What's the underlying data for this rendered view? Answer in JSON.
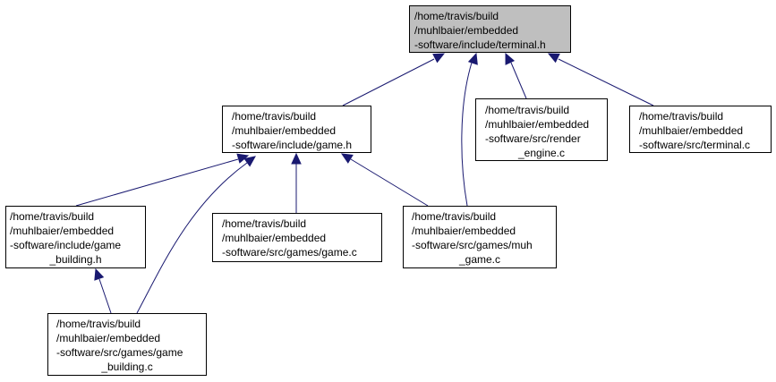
{
  "colors": {
    "edge": "#191970",
    "root_fill": "#bfbfbf",
    "node_fill": "#ffffff",
    "border": "#000000"
  },
  "nodes": [
    {
      "id": "terminal_h",
      "lines": [
        "/home/travis/build",
        "/muhlbaier/embedded",
        "-software/include/terminal.h"
      ],
      "root": true
    },
    {
      "id": "game_h",
      "lines": [
        "/home/travis/build",
        "/muhlbaier/embedded",
        "-software/include/game.h"
      ]
    },
    {
      "id": "render_engine_c",
      "lines": [
        "/home/travis/build",
        "/muhlbaier/embedded",
        "-software/src/render",
        "_engine.c"
      ]
    },
    {
      "id": "terminal_c",
      "lines": [
        "/home/travis/build",
        "/muhlbaier/embedded",
        "-software/src/terminal.c"
      ]
    },
    {
      "id": "game_building_h",
      "lines": [
        "/home/travis/build",
        "/muhlbaier/embedded",
        "-software/include/game",
        "_building.h"
      ]
    },
    {
      "id": "game_c",
      "lines": [
        "/home/travis/build",
        "/muhlbaier/embedded",
        "-software/src/games/game.c"
      ]
    },
    {
      "id": "muh_game_c",
      "lines": [
        "/home/travis/build",
        "/muhlbaier/embedded",
        "-software/src/games/muh",
        "_game.c"
      ]
    },
    {
      "id": "game_building_c",
      "lines": [
        "/home/travis/build",
        "/muhlbaier/embedded",
        "-software/src/games/game",
        "_building.c"
      ]
    }
  ],
  "edges": [
    {
      "from": "game_h",
      "to": "terminal_h"
    },
    {
      "from": "muh_game_c",
      "to": "terminal_h"
    },
    {
      "from": "render_engine_c",
      "to": "terminal_h"
    },
    {
      "from": "terminal_c",
      "to": "terminal_h"
    },
    {
      "from": "game_building_h",
      "to": "game_h"
    },
    {
      "from": "game_building_c",
      "to": "game_h"
    },
    {
      "from": "game_c",
      "to": "game_h"
    },
    {
      "from": "muh_game_c",
      "to": "game_h"
    },
    {
      "from": "game_building_c",
      "to": "game_building_h"
    }
  ]
}
